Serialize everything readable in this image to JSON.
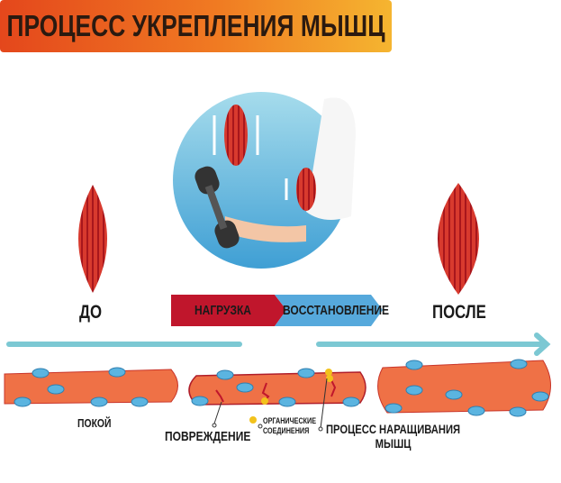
{
  "title": "ПРОЦЕСС УКРЕПЛЕНИЯ МЫШЦ",
  "before_label": "ДО",
  "after_label": "ПОСЛЕ",
  "phases": {
    "load": "НАГРУЗКА",
    "recovery": "ВОССТАНОВЛЕНИЕ"
  },
  "fibers": {
    "rest": "ПОКОЙ",
    "damage": "ПОВРЕЖДЕНИЕ",
    "organic": "ОРГАНИЧЕСКИЕ\nСОЕДИНЕНИЯ",
    "organic_1": "ОРГАНИЧЕСКИЕ",
    "organic_2": "СОЕДИНЕНИЯ",
    "growth_1": "ПРОЦЕСС НАРАЩИВАНИЯ",
    "growth_2": "МЫШЦ"
  },
  "colors": {
    "banner_start": "#e4471c",
    "banner_end": "#f5b530",
    "load": "#c0162c",
    "recovery": "#56a9dc",
    "fiber": "#ef7146",
    "nucleus": "#5bb4e0",
    "arrow": "#7cc8d3"
  }
}
